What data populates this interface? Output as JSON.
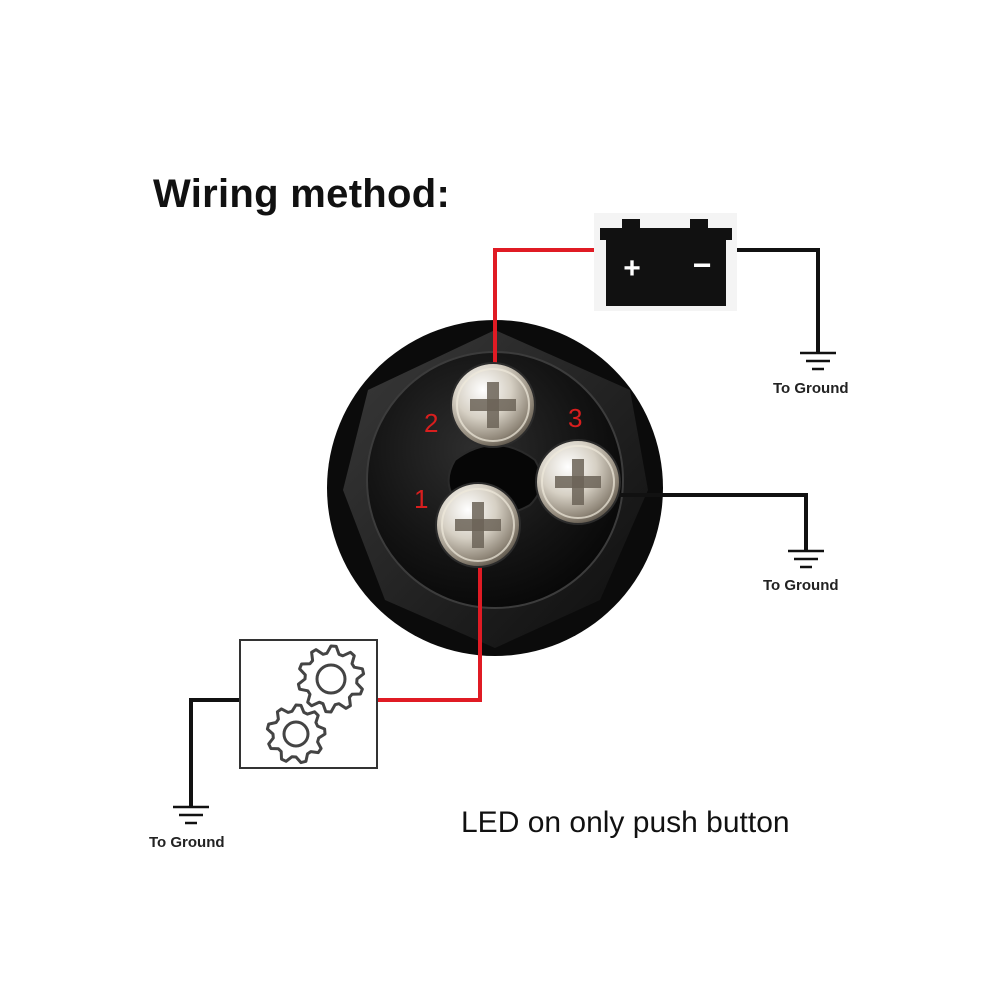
{
  "title": "Wiring method:",
  "caption": "LED on only push button",
  "pins": [
    "1",
    "2",
    "3"
  ],
  "ground_labels": [
    "To Ground",
    "To Ground",
    "To Ground"
  ],
  "battery": {
    "positive": "+",
    "negative": "−"
  },
  "icons": {
    "battery": "battery-icon",
    "load": "gears-icon",
    "ground": "ground-symbol-icon"
  },
  "colors": {
    "positive_wire": "#e01b24",
    "ground_wire": "#111111",
    "switch_body": "#111111",
    "pin_label": "#d81e1e"
  }
}
